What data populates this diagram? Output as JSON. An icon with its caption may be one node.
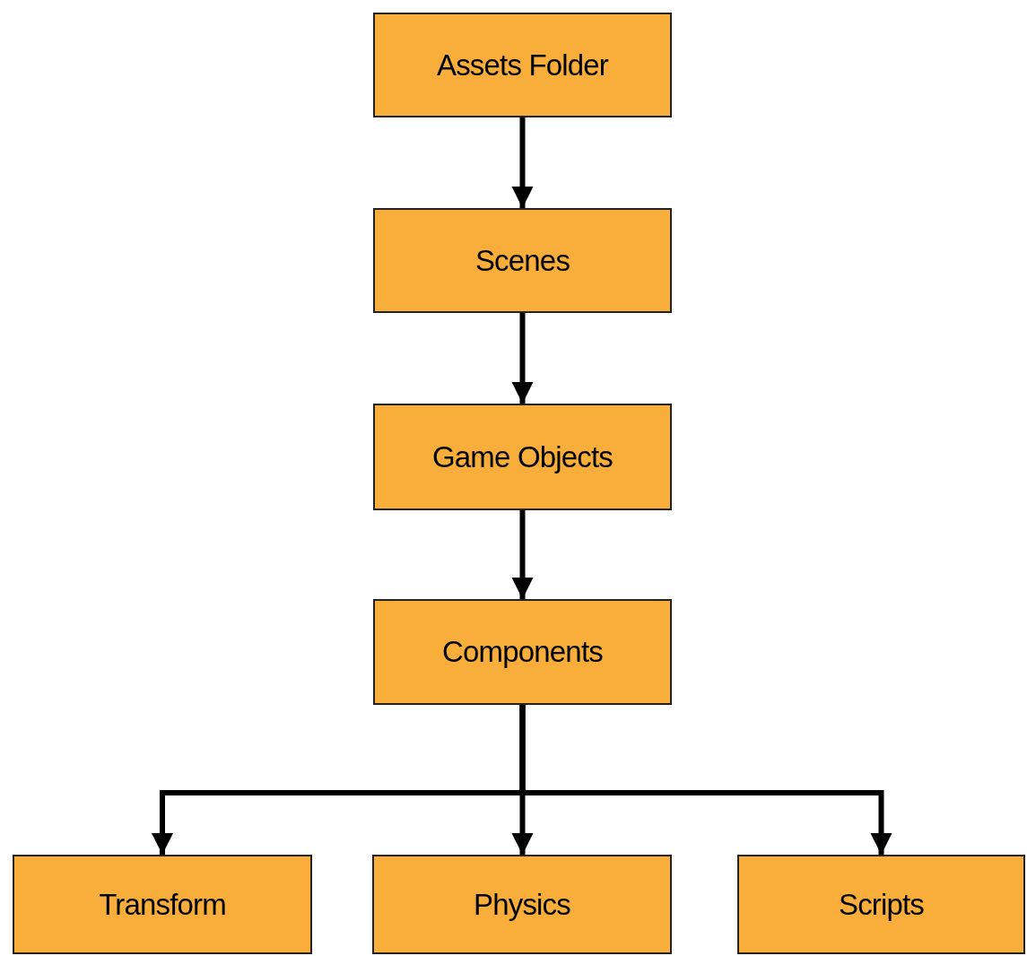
{
  "diagram": {
    "nodes": [
      {
        "text": [
          "Assets Folder"
        ]
      },
      {
        "text": [
          "Scenes"
        ]
      },
      {
        "text": [
          "Game Objects"
        ]
      },
      {
        "text": [
          "Components"
        ]
      },
      {
        "text": [
          "Transform"
        ]
      },
      {
        "text": [
          "Physics"
        ]
      },
      {
        "text": [
          "Scripts"
        ]
      }
    ],
    "edges": [
      {
        "from": 0,
        "to": 1,
        "arrow": "to"
      },
      {
        "from": 1,
        "to": 2,
        "arrow": "to"
      },
      {
        "from": 2,
        "to": 3,
        "arrow": "to"
      },
      {
        "from": 3,
        "to": 4,
        "arrow": "to"
      },
      {
        "from": 3,
        "to": 5,
        "arrow": "to"
      },
      {
        "from": 3,
        "to": 6,
        "arrow": "to"
      }
    ]
  }
}
